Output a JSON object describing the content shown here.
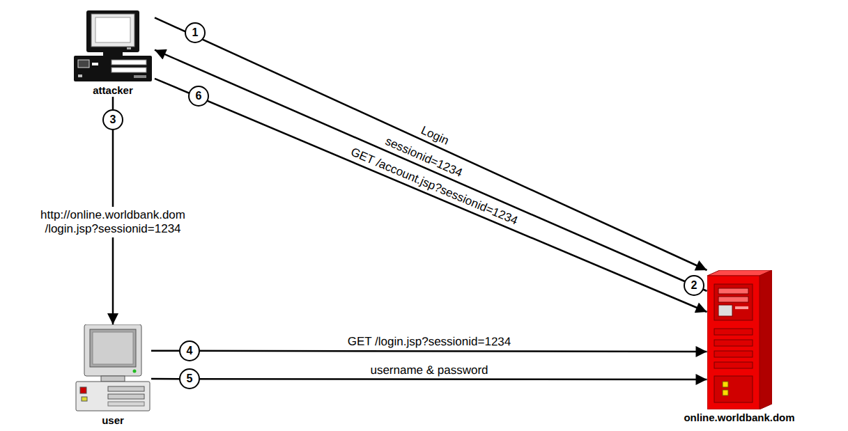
{
  "diagram": {
    "nodes": [
      {
        "text": [
          "attacker"
        ]
      },
      {
        "text": [
          "user"
        ]
      },
      {
        "text": [
          "online.worldbank.dom"
        ]
      }
    ],
    "edges": [
      {
        "from": 0,
        "to": 2,
        "label": "Login",
        "arrow": "to"
      },
      {
        "from": 2,
        "to": 0,
        "label": "sessionid=1234",
        "arrow": "to"
      },
      {
        "from": 0,
        "to": 2,
        "label": "GET /account.jsp?sessionid=1234",
        "arrow": "to"
      },
      {
        "from": 0,
        "to": 1,
        "label": "http://online.worldbank.dom /login.jsp?sessionid=1234",
        "arrow": "to"
      },
      {
        "from": 1,
        "to": 2,
        "label": "GET /login.jsp?sessionid=1234",
        "arrow": "to"
      },
      {
        "from": 1,
        "to": 2,
        "label": "username & password",
        "arrow": "to"
      }
    ],
    "labels": [
      "1",
      "2",
      "3",
      "4",
      "5",
      "6"
    ]
  }
}
